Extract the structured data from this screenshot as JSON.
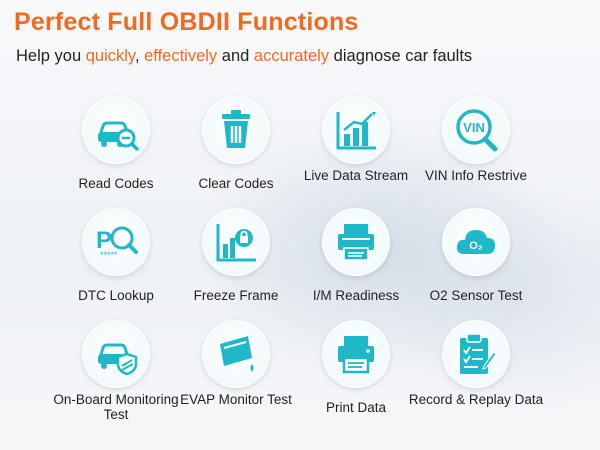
{
  "header": {
    "title": "Perfect Full OBDII Functions",
    "subtitle_part1": "Help you ",
    "subtitle_hl1": "quickly",
    "subtitle_part2": ", ",
    "subtitle_hl2": "effectively",
    "subtitle_part3": " and ",
    "subtitle_hl3": "accurately",
    "subtitle_part4": " diagnose car faults"
  },
  "colors": {
    "accent": "#f2691f",
    "icon_teal": "#1fb8c8"
  },
  "functions": [
    {
      "label": "Read Codes",
      "icon": "car-search-icon"
    },
    {
      "label": "Clear Codes",
      "icon": "trash-icon"
    },
    {
      "label": "Live Data Stream",
      "icon": "bar-chart-icon"
    },
    {
      "label": "VIN Info Restrive",
      "icon": "vin-search-icon"
    },
    {
      "label": "DTC Lookup",
      "icon": "dtc-lookup-icon"
    },
    {
      "label": "Freeze Frame",
      "icon": "freeze-frame-icon"
    },
    {
      "label": "I/M Readiness",
      "icon": "printer-stack-icon"
    },
    {
      "label": "O2 Sensor Test",
      "icon": "o2-cloud-icon"
    },
    {
      "label": "On-Board Monitoring Test",
      "icon": "car-shield-icon"
    },
    {
      "label": "EVAP Monitor Test",
      "icon": "fuel-can-icon"
    },
    {
      "label": "Print Data",
      "icon": "printer-icon"
    },
    {
      "label": "Record & Replay Data",
      "icon": "clipboard-icon"
    }
  ]
}
